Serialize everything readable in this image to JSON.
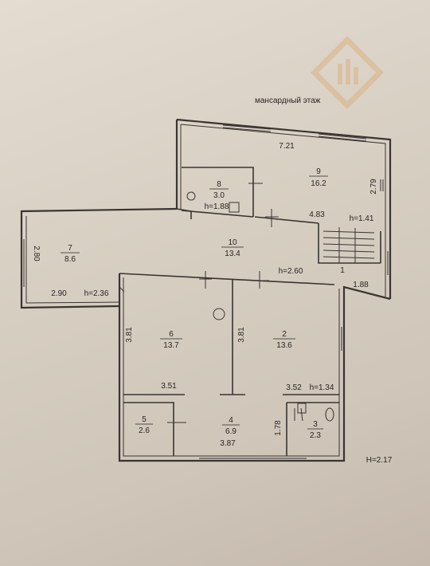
{
  "plan": {
    "title": "мансардный этаж",
    "total_height": "H=2.17",
    "rooms": [
      {
        "id": "room-1",
        "number": "1",
        "area": ""
      },
      {
        "id": "room-2",
        "number": "2",
        "area": "13.6"
      },
      {
        "id": "room-3",
        "number": "3",
        "area": "2.3"
      },
      {
        "id": "room-4",
        "number": "4",
        "area": "6.9"
      },
      {
        "id": "room-5",
        "number": "5",
        "area": "2.6"
      },
      {
        "id": "room-6",
        "number": "6",
        "area": "13.7"
      },
      {
        "id": "room-7",
        "number": "7",
        "area": "8.6"
      },
      {
        "id": "room-8",
        "number": "8",
        "area": "3.0"
      },
      {
        "id": "room-9",
        "number": "9",
        "area": "16.2"
      },
      {
        "id": "room-10",
        "number": "10",
        "area": "13.4"
      }
    ],
    "dimensions": {
      "d_721": "7.21",
      "d_279": "2.79",
      "d_483": "4.83",
      "h_141": "h=1.41",
      "h_188": "h=1.88",
      "d_280": "2.80",
      "d_290": "2.90",
      "h_236": "h=2.36",
      "h_260": "h=2.60",
      "d_188": "1.88",
      "d_381a": "3.81",
      "d_381b": "3.81",
      "d_351": "3.51",
      "d_352": "3.52",
      "h_134": "h=1.34",
      "d_178": "1.78",
      "d_387": "3.87"
    }
  }
}
